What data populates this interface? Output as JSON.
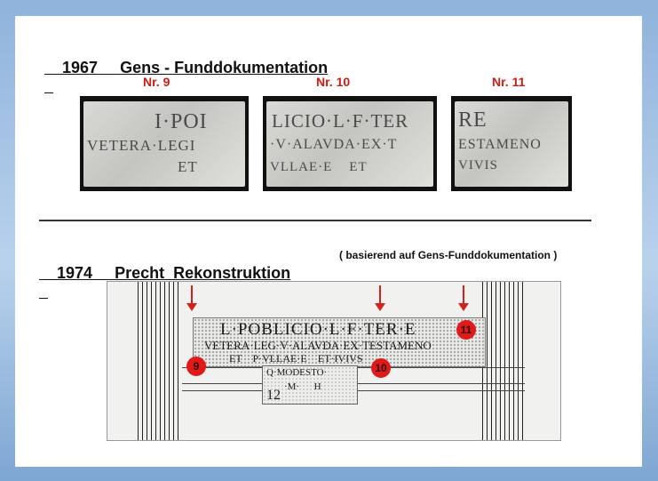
{
  "top": {
    "year": "1967",
    "title": "Gens - Funddokumentation",
    "fragments": [
      {
        "label": "Nr. 9",
        "lines": [
          "I·POI",
          "VETERA·LEGI",
          "ET"
        ]
      },
      {
        "label": "Nr. 10",
        "lines": [
          "LICIO·L·F·TER",
          "·V·ALAVDA·EX·T",
          "VLLAE·E    ET"
        ]
      },
      {
        "label": "Nr. 11",
        "lines": [
          "RE",
          "ESTAMENO",
          "VIVIS"
        ]
      }
    ]
  },
  "bottom": {
    "year": "1974",
    "title": "Precht  Rekonstruktion",
    "note": "( basierend auf Gens-Funddokumentation )",
    "inscription": {
      "line1": "L·POBLICIO·L·F·TER·E",
      "line2": "VETERA·LEG·V·ALAVDA·EX·TESTAMENO",
      "line3": "ET    P·VLLAE·E    ET·IVIVS",
      "lower1": "Q·MODESTO·",
      "lower2": "·M·      H",
      "lower_number": "12"
    },
    "markers": [
      "9",
      "10",
      "11"
    ]
  },
  "colors": {
    "marker": "#d8201a",
    "accent_text": "#d21a14"
  }
}
